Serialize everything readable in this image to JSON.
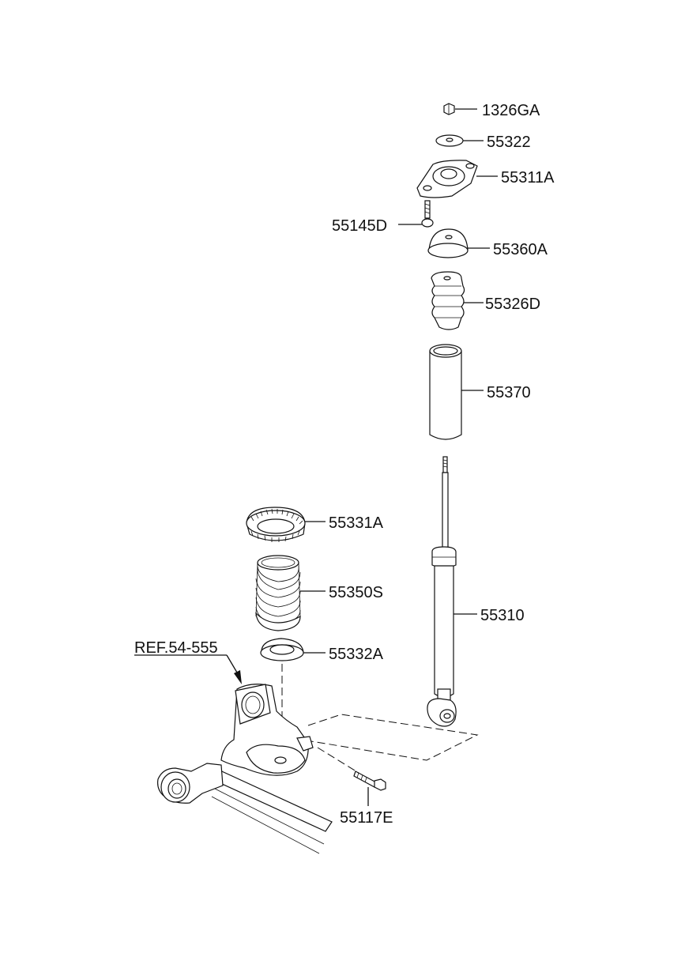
{
  "diagram": {
    "parts": {
      "p1326GA": "1326GA",
      "p55322": "55322",
      "p55311A": "55311A",
      "p55145D": "55145D",
      "p55360A": "55360A",
      "p55326D": "55326D",
      "p55370": "55370",
      "p55331A": "55331A",
      "p55350S": "55350S",
      "p55332A": "55332A",
      "p55310": "55310",
      "p55117E": "55117E"
    },
    "reference": "REF.54-555"
  }
}
